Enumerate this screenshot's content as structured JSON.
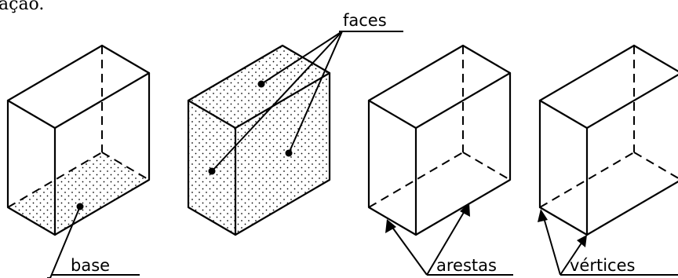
{
  "top_fragment": "ação.",
  "labels": {
    "faces": "faces",
    "base": "base",
    "arestas": "arestas",
    "vertices": "vértices"
  }
}
